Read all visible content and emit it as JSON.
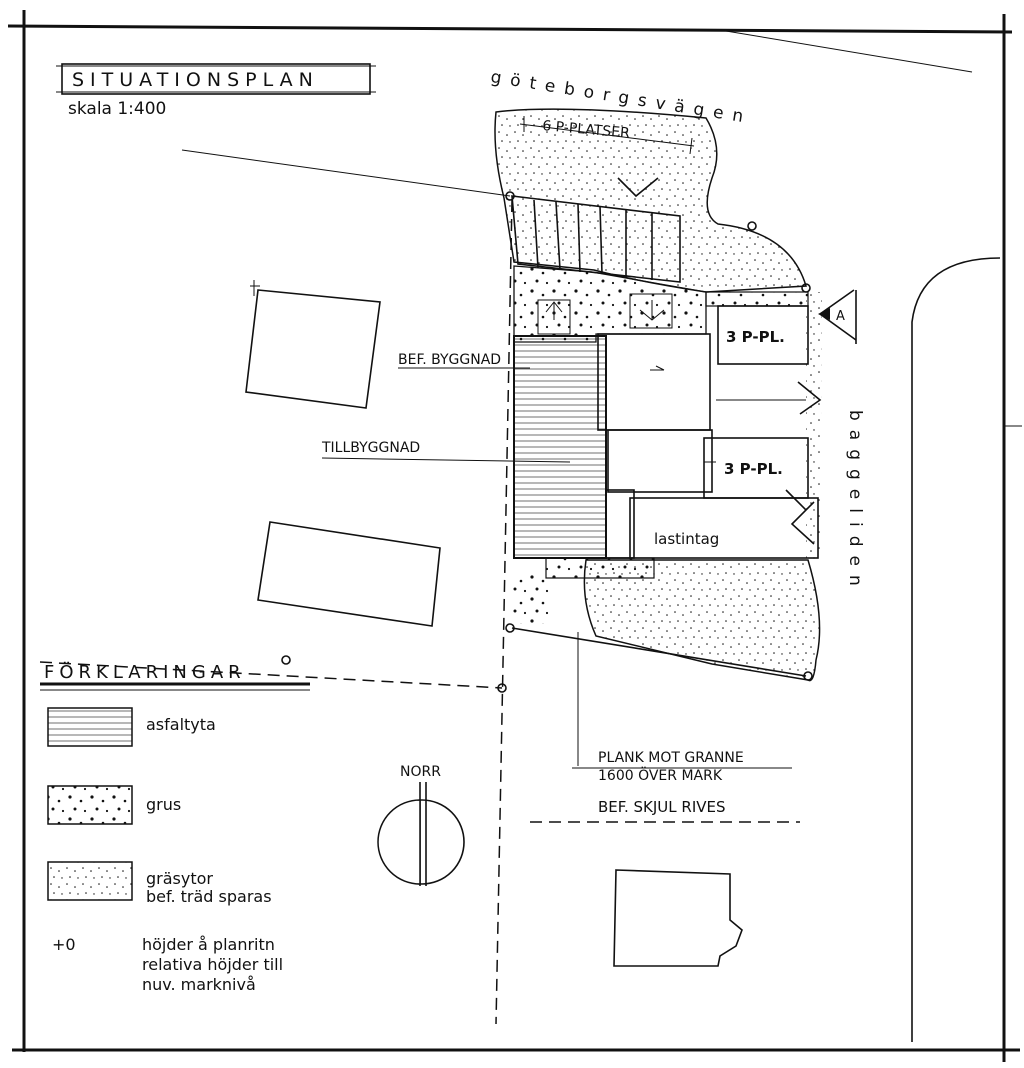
{
  "title": "SITUATIONSPLAN",
  "scale": "skala 1:400",
  "roads": {
    "goteborgsvagen": "göteborgsvägen",
    "baggeliden": "baggeliden"
  },
  "labels": {
    "parking_6": "6 P-PLATSER",
    "parking_3_top": "3 P-PL.",
    "parking_3_bottom": "3 P-PL.",
    "existing_building": "BEF. BYGGNAD",
    "extension": "TILLBYGGNAD",
    "loading": "lastintag",
    "fence_line1": "PLANK MOT GRANNE",
    "fence_line2": "1600 ÖVER MARK",
    "shed": "BEF. SKJUL RIVES",
    "section_marker": "A",
    "north": "NORR"
  },
  "legend": {
    "heading": "FÖRKLARINGAR",
    "items": [
      {
        "label": "asfaltyta"
      },
      {
        "label": "grus"
      },
      {
        "label": "gräsytor",
        "label2": "bef. träd sparas"
      }
    ],
    "heights_symbol": "+0",
    "heights_text": [
      "höjder å planritn",
      "relativa höjder till",
      "nuv. marknivå"
    ]
  }
}
